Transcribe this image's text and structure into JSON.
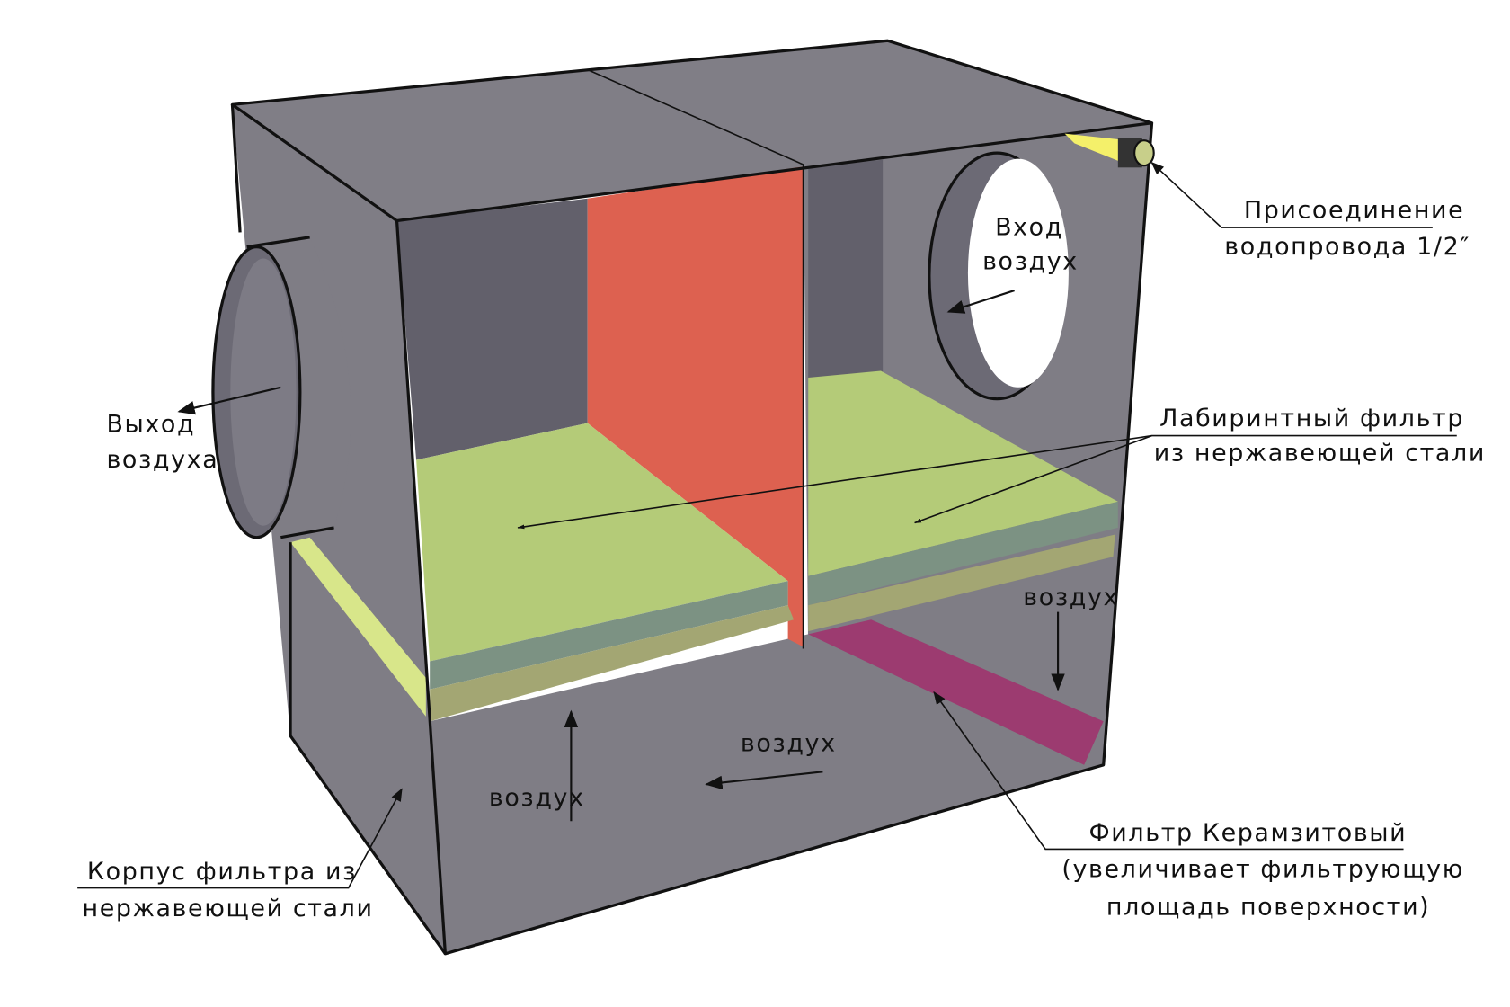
{
  "labels": {
    "water_connection": [
      "Присоединение",
      "водопровода 1/2″"
    ],
    "air_inlet": [
      "Вход",
      "воздух"
    ],
    "air_outlet": [
      "Выход",
      "воздуха"
    ],
    "labyrinth_filter": [
      "Лабиринтный фильтр",
      "из нержавеющей стали"
    ],
    "air_1": "воздух",
    "air_2": "воздух",
    "air_3": "воздух",
    "ceramic_filter": [
      "Фильтр Керамзитовый",
      "(увеличивает фильтрующую",
      "площадь поверхности)"
    ],
    "housing": [
      "Корпус фильтра из",
      "нержавеющей стали"
    ]
  },
  "colors": {
    "housing": "#7f7d85",
    "interior": "#62606b",
    "divider": "#dd6150",
    "labyrinth": "#b4cb78",
    "plate_edge": "#7c9283",
    "plate_base": "#a3a673",
    "ceramic": "#9c3b70",
    "pipe": "#f4f06a"
  }
}
